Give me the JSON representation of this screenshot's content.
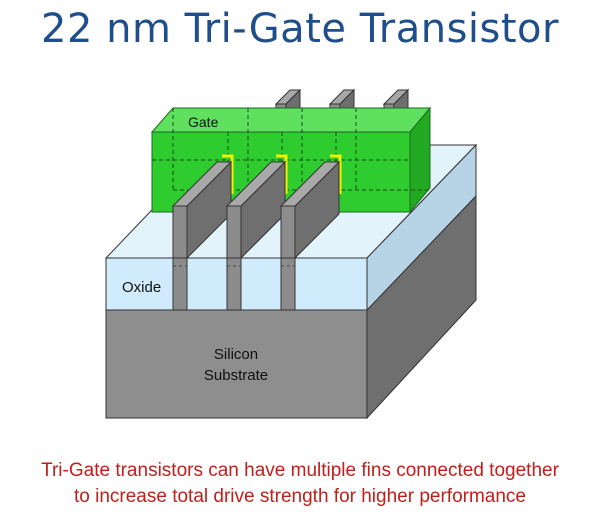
{
  "title": "22 nm Tri-Gate Transistor",
  "labels": {
    "gate": "Gate",
    "oxide": "Oxide",
    "substrate_line1": "Silicon",
    "substrate_line2": "Substrate"
  },
  "caption": {
    "line1": "Tri-Gate transistors can have multiple fins connected together",
    "line2": "to increase total drive strength for higher performance"
  },
  "colors": {
    "title": "#1f4e8c",
    "gate": "#2fcf2f",
    "oxide": "#d6eefc",
    "substrate": "#8a8a8a",
    "fin": "#8c8c8c",
    "caption": "#c0201b",
    "gate_oxide_highlight": "#ffff00"
  },
  "fin_count": 3
}
